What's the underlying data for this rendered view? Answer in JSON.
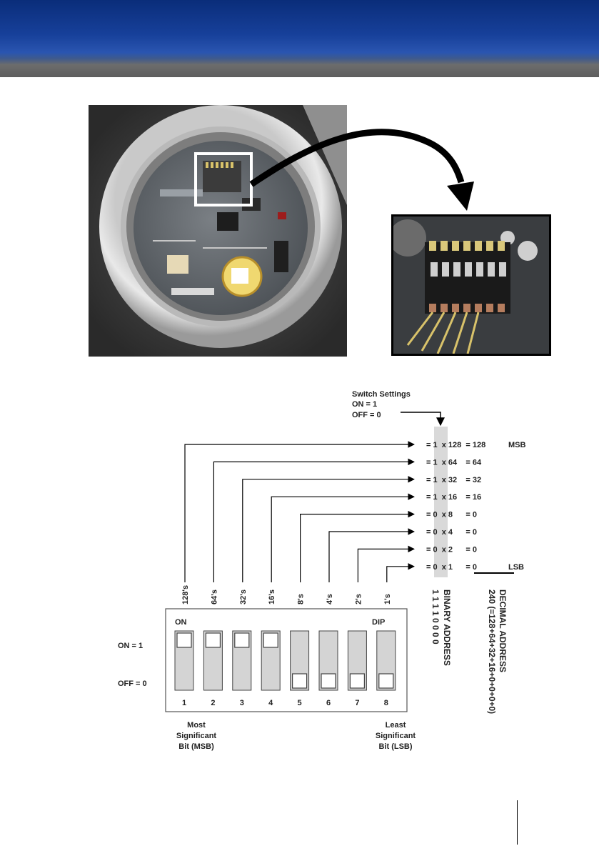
{
  "colors": {
    "header_dark": "#0a2d7a",
    "header_light": "#2a55b0",
    "header_band": "#666666",
    "highlight_col": "#d9d9d9"
  },
  "icons": [
    "curved-arrow-icon",
    "down-arrow-icon"
  ],
  "settings": {
    "title": "Switch Settings",
    "on": "ON = 1",
    "off": "OFF = 0"
  },
  "bits": [
    {
      "weight": "128's",
      "row": "= 1  x 128  = 128",
      "bit": 1,
      "tag": "MSB"
    },
    {
      "weight": "64's",
      "row": "= 1  x 64    = 64",
      "bit": 1,
      "tag": ""
    },
    {
      "weight": "32's",
      "row": "= 1  x 32    = 32",
      "bit": 1,
      "tag": ""
    },
    {
      "weight": "16's",
      "row": "= 1  x 16    = 16",
      "bit": 1,
      "tag": ""
    },
    {
      "weight": "8's",
      "row": "= 0  x 8      = 0",
      "bit": 0,
      "tag": ""
    },
    {
      "weight": "4's",
      "row": "= 0  x 4      = 0",
      "bit": 0,
      "tag": ""
    },
    {
      "weight": "2's",
      "row": "= 0  x 2      = 0",
      "bit": 0,
      "tag": ""
    },
    {
      "weight": "1's",
      "row": "= 0  x 1      = 0",
      "bit": 0,
      "tag": "LSB"
    }
  ],
  "dip": {
    "on_label": "ON",
    "dip_label": "DIP",
    "numbers": [
      "1",
      "2",
      "3",
      "4",
      "5",
      "6",
      "7",
      "8"
    ],
    "left_on": "ON = 1",
    "left_off": "OFF = 0"
  },
  "binary": {
    "label": "BINARY ADDRESS",
    "value": "1 1 1 1 0 0 0 0"
  },
  "decimal": {
    "label": "DECIMAL ADDRESS",
    "value": "240 (=128+64+32+16+0+0+0+0)"
  },
  "msb_caption": [
    "Most",
    "Significant",
    "Bit (MSB)"
  ],
  "lsb_caption": [
    "Least",
    "Significant",
    "Bit (LSB)"
  ]
}
